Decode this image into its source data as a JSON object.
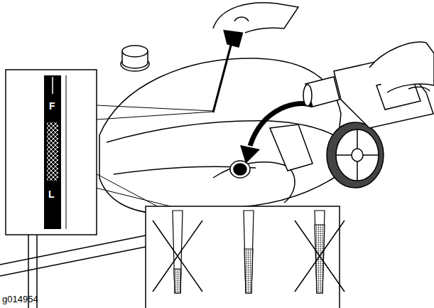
{
  "diagram": {
    "labels": [
      "F",
      "L",
      "g014954"
    ]
  }
}
